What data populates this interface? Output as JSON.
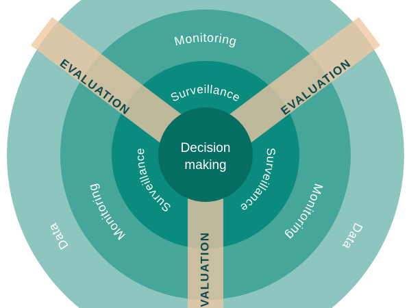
{
  "title": "Evaluation cycle diagram",
  "center": {
    "line1": "Decision",
    "line2": "making"
  },
  "rings": {
    "surveillance": {
      "top": "Surveillance",
      "left": "Surveillance",
      "right": "Surveillance"
    },
    "monitoring": {
      "top": "Monitoring",
      "left": "Monitoring",
      "right": "Monitoring"
    },
    "data": {
      "left": "Data",
      "right": "Data"
    }
  },
  "arms": {
    "left": "EVALUATION",
    "right": "EVALUATION",
    "bottom": "EVALUATION"
  },
  "colors": {
    "data_ring": "#8dc6be",
    "monitoring_ring": "#45a699",
    "surveillance_ring": "#0a8b7e",
    "center": "#066d62",
    "arm": "#f0c7a2",
    "arm_text": "#0d4a50"
  }
}
